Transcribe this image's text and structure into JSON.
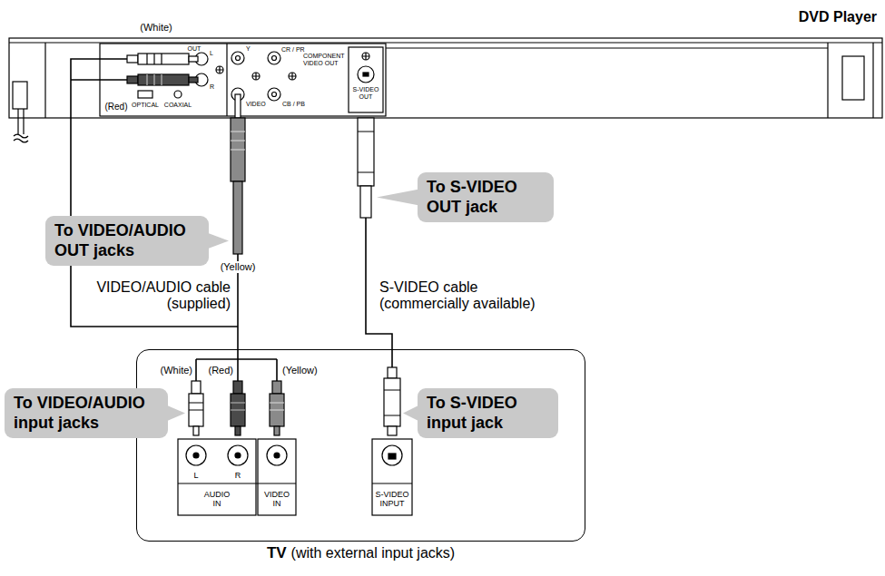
{
  "diagram": {
    "nodes": [
      {
        "text": [
          "DVD Player"
        ]
      },
      {
        "text": [
          "To S-VIDEO OUT jack"
        ]
      },
      {
        "text": [
          "To VIDEO/AUDIO OUT jacks"
        ]
      },
      {
        "text": [
          "TV",
          "(with external input jacks)"
        ]
      },
      {
        "text": [
          "To VIDEO/AUDIO input jacks"
        ]
      },
      {
        "text": [
          "To S-VIDEO input jack"
        ]
      }
    ],
    "edges": [
      {
        "from": 0,
        "to": 3,
        "arrow": "none"
      },
      {
        "from": 0,
        "to": 3,
        "arrow": "none"
      }
    ],
    "labels": [
      "(White)",
      "OUT",
      "L",
      "(Red)",
      "OPTICAL",
      "COAXIAL",
      "R",
      "Y",
      "CR / PR",
      "COMPONENT VIDEO OUT",
      "VIDEO",
      "CB / PB",
      "S-VIDEO OUT",
      "(Yellow)",
      "VIDEO/AUDIO cable (supplied)",
      "S-VIDEO cable (commercially available)",
      "(White)",
      "(Red)",
      "(Yellow)",
      "L",
      "R",
      "AUDIO IN",
      "VIDEO IN",
      "S-VIDEO INPUT"
    ]
  }
}
